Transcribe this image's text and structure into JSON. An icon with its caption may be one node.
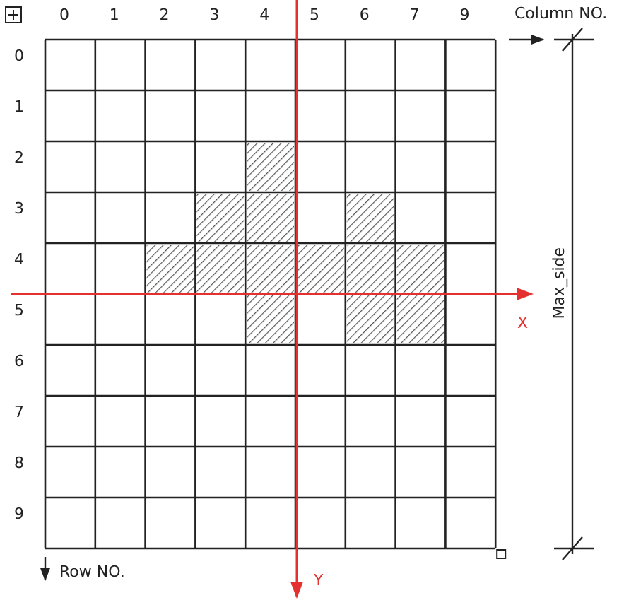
{
  "diagram": {
    "labels": [
      "0",
      "1",
      "2",
      "3",
      "4",
      "5",
      "6",
      "7",
      "9",
      "Column NO.",
      "0",
      "1",
      "2",
      "3",
      "4",
      "5",
      "6",
      "7",
      "8",
      "9",
      "X",
      "Max_side",
      "Y",
      "Row NO."
    ]
  }
}
